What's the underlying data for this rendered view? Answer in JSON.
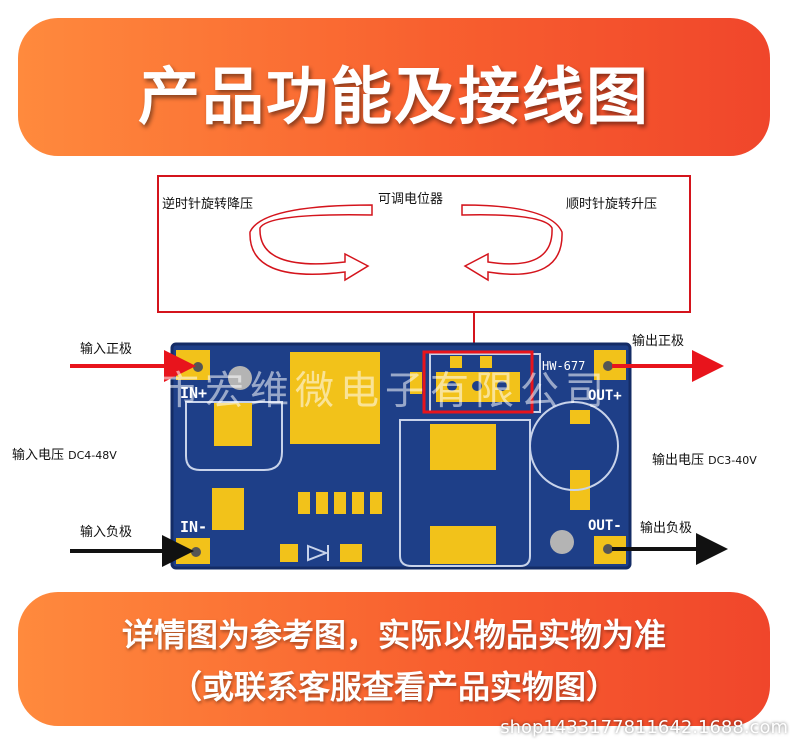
{
  "header": {
    "title": "产品功能及接线图"
  },
  "diagram": {
    "potentiometer": "可调电位器",
    "ccw": "逆时针旋转降压",
    "cw": "顺时针旋转升压",
    "input_positive": "输入正极",
    "input_negative": "输入负极",
    "input_voltage_label": "输入电压",
    "input_voltage_range": "DC4-48V",
    "output_positive": "输出正极",
    "output_negative": "输出负极",
    "output_voltage_label": "输出电压",
    "output_voltage_range": "DC3-40V",
    "pcb_in_plus": "IN+",
    "pcb_in_minus": "IN-",
    "pcb_out_plus": "OUT+",
    "pcb_out_minus": "OUT-",
    "pcb_model": "HW-677",
    "watermark": "深圳市宏维微电子有限公司"
  },
  "footer": {
    "line1": "详情图为参考图，实际以物品实物为准",
    "line2": "（或联系客服查看产品实物图）",
    "shop_url": "shop1433177811642.1688.com"
  },
  "colors": {
    "banner_start": "#ff8a3d",
    "banner_end": "#f0462b",
    "pcb": "#1e3f88",
    "pad": "#f2c21a",
    "wire_red": "#e8141c"
  }
}
